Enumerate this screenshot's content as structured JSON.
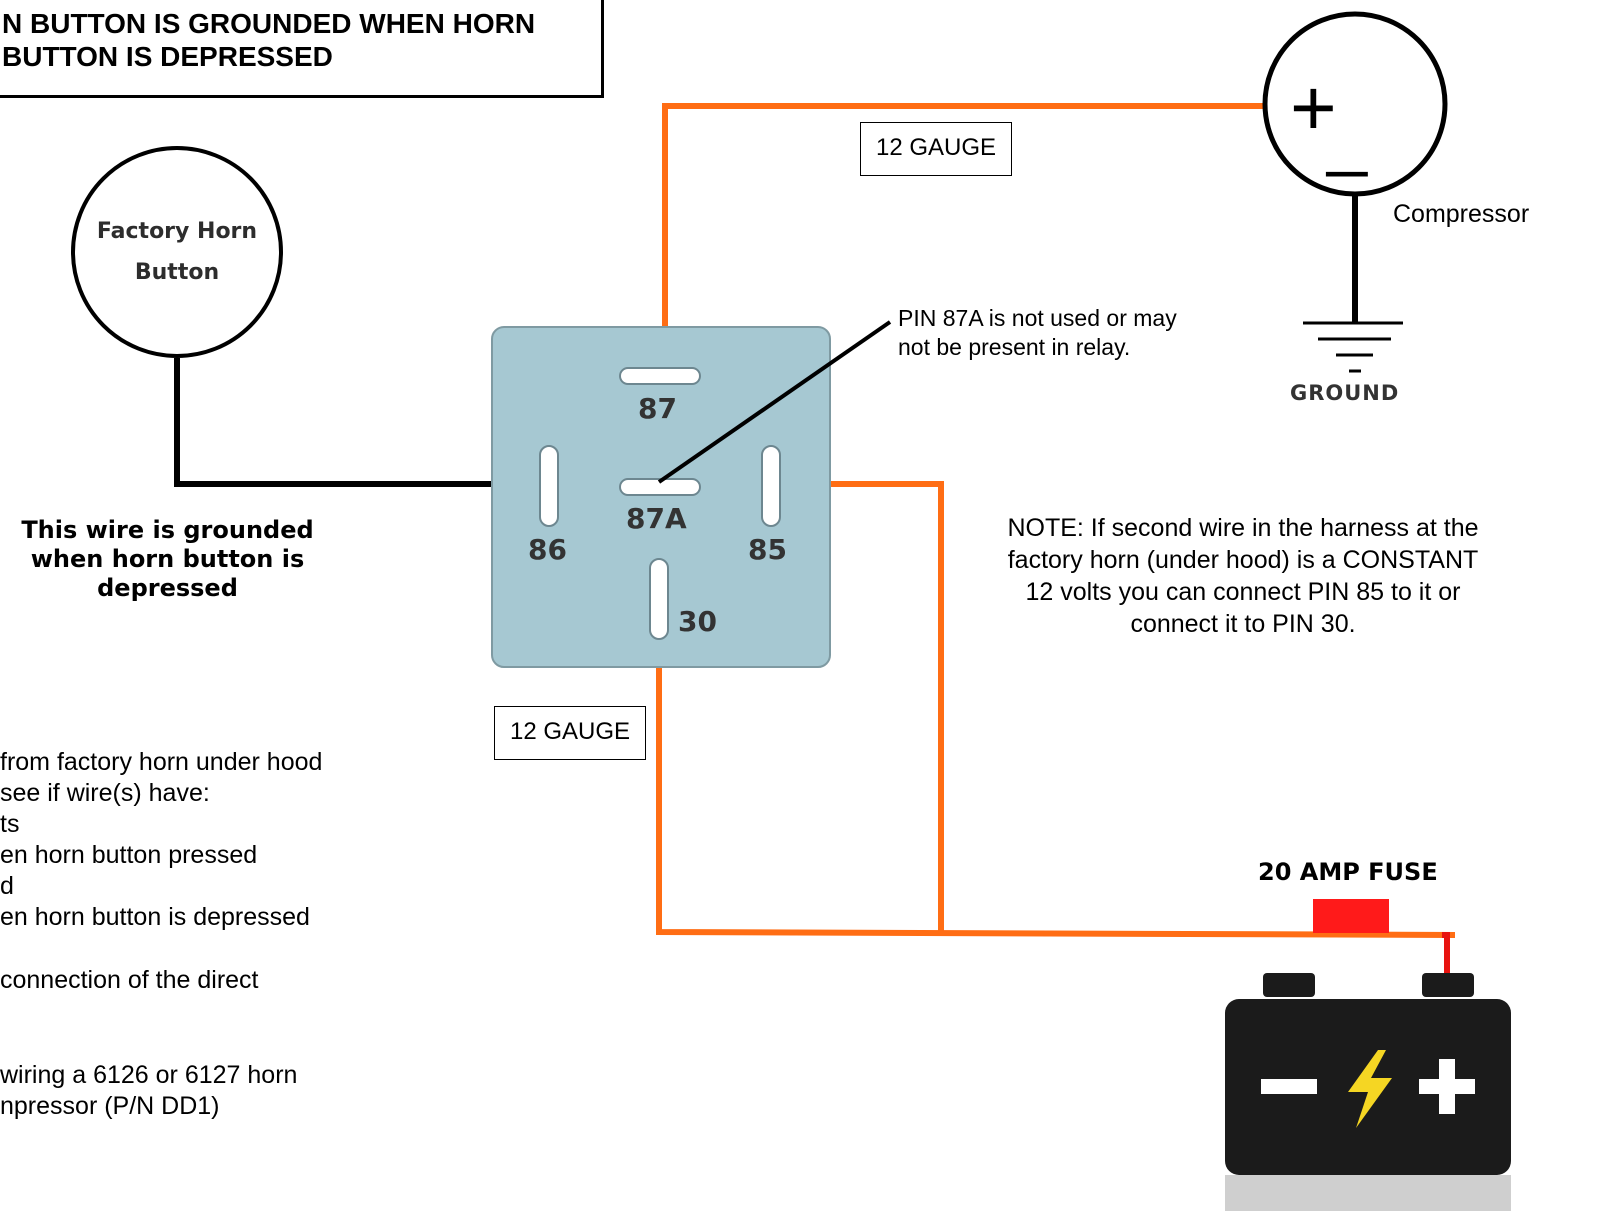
{
  "title": {
    "line1": "N BUTTON IS GROUNDED WHEN HORN",
    "line2": "BUTTON IS DEPRESSED"
  },
  "factory_horn_button": {
    "line1": "Factory Horn",
    "line2": "Button"
  },
  "ground_wire_note": {
    "line1": "This wire is grounded",
    "line2": "when horn button is",
    "line3": "depressed"
  },
  "relay": {
    "color": "#a6c8d2",
    "pins": {
      "p87": "87",
      "p87a": "87A",
      "p86": "86",
      "p85": "85",
      "p30": "30"
    }
  },
  "pin87a_note": {
    "line1": "PIN 87A is not used or may",
    "line2": "not be present in relay."
  },
  "gauge_top": "12 GAUGE",
  "gauge_bottom": "12 GAUGE",
  "compressor": {
    "plus": "+",
    "minus": "_",
    "label": "Compressor"
  },
  "ground": {
    "label": "GROUND"
  },
  "note": {
    "line1": "NOTE: If second wire in the harness at the",
    "line2": "factory horn (under hood) is a CONSTANT",
    "line3": "12 volts you can connect PIN 85 to it or",
    "line4": "connect it to PIN 30."
  },
  "instructions": {
    "l1": "from factory horn under hood",
    "l2": "see if wire(s) have:",
    "l3": "ts",
    "l4": "en horn button pressed",
    "l5": "d",
    "l6": "en horn button is depressed",
    "l7": "connection of the direct",
    "l8": "wiring a 6126 or 6127 horn",
    "l9": "npressor (P/N DD1)"
  },
  "fuse": {
    "label": "20 AMP FUSE",
    "color": "#ff1a1a"
  },
  "battery": {
    "minus": "−",
    "plus": "+",
    "bolt_color": "#f5d623",
    "body_color": "#1b1b1b"
  },
  "wire_colors": {
    "power": "#ff6d14",
    "signal": "#000000",
    "fused": "#e8130f"
  }
}
